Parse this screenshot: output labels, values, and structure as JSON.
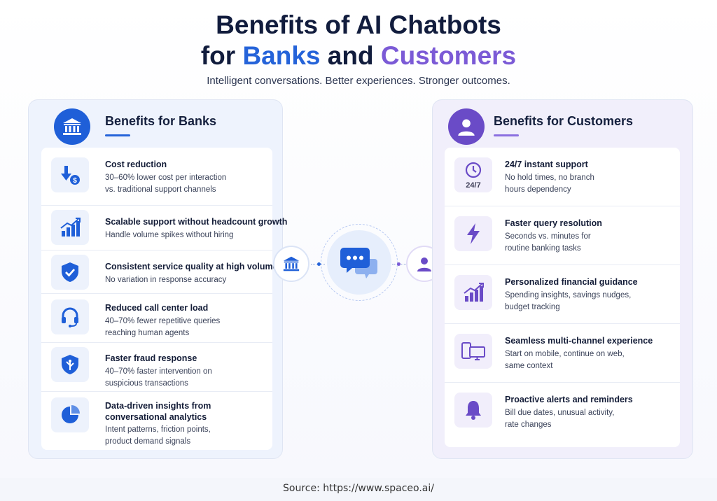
{
  "header": {
    "title_line1": "Benefits of AI Chatbots",
    "title_for": "for ",
    "title_banks": "Banks",
    "title_and": " and ",
    "title_customers": "Customers",
    "subtitle": "Intelligent conversations. Better experiences. Stronger outcomes."
  },
  "colors": {
    "bank_accent": "#2563d9",
    "customer_accent": "#7b5ad6",
    "navy": "#111c3d"
  },
  "banks_panel": {
    "title": "Benefits for Banks",
    "icon": "bank-building-icon",
    "items": [
      {
        "title": "Cost reduction",
        "desc": "30–60% lower cost per interaction\nvs. traditional support channels",
        "icon": "cost-down-dollar-icon"
      },
      {
        "title": "Scalable support without headcount growth",
        "desc": "Handle volume spikes without hiring",
        "icon": "growth-chart-icon"
      },
      {
        "title": "Consistent service quality at high volumes",
        "desc": "No variation in response accuracy",
        "icon": "shield-check-icon"
      },
      {
        "title": "Reduced call center load",
        "desc": "40–70% fewer repetitive queries\nreaching human agents",
        "icon": "headset-icon"
      },
      {
        "title": "Faster fraud response",
        "desc": "40–70% faster intervention on\nsuspicious transactions",
        "icon": "fraud-shield-icon"
      },
      {
        "title": "Data-driven insights from\nconversational analytics",
        "desc": "Intent patterns, friction points,\nproduct demand signals",
        "icon": "pie-chart-icon"
      }
    ]
  },
  "customers_panel": {
    "title": "Benefits for Customers",
    "icon": "user-avatar-icon",
    "items": [
      {
        "title": "24/7 instant support",
        "desc": "No hold times, no branch\nhours dependency",
        "icon": "clock-24-7-icon",
        "icon_text": "24/7"
      },
      {
        "title": "Faster query resolution",
        "desc": "Seconds vs. minutes for\nroutine banking tasks",
        "icon": "lightning-bolt-icon"
      },
      {
        "title": "Personalized financial guidance",
        "desc": "Spending insights, savings nudges,\nbudget tracking",
        "icon": "growth-chart-icon"
      },
      {
        "title": "Seamless multi-channel experience",
        "desc": "Start on mobile, continue on web,\nsame context",
        "icon": "devices-icon"
      },
      {
        "title": "Proactive alerts and reminders",
        "desc": "Bill due dates, unusual activity,\nrate changes",
        "icon": "bell-icon"
      }
    ]
  },
  "center": {
    "hub_icon": "chat-bubbles-icon",
    "left_node_icon": "bank-building-icon",
    "right_node_icon": "user-avatar-icon"
  },
  "footer": {
    "source": "Source: https://www.spaceo.ai/"
  }
}
